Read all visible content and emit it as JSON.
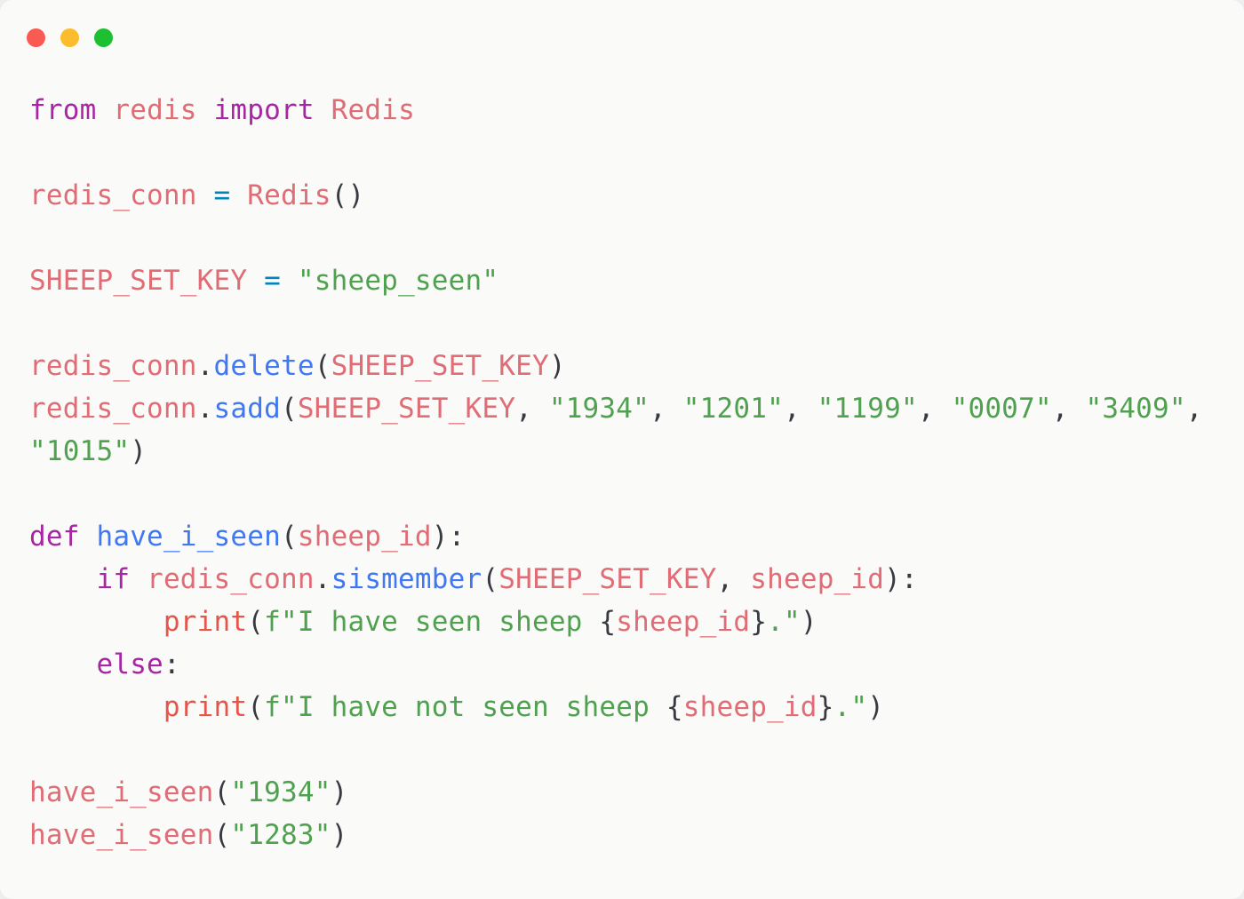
{
  "window": {
    "traffic_lights": [
      {
        "name": "close",
        "color": "#f95a52"
      },
      {
        "name": "minimize",
        "color": "#fbbd2e"
      },
      {
        "name": "zoom",
        "color": "#1fbf32"
      }
    ],
    "background": "#fafaf9",
    "page_background": "#efeeee"
  },
  "theme": {
    "keyword": "#a626a4",
    "variable": "#e06c75",
    "function": "#4078f2",
    "string": "#50a14f",
    "operator": "#0184bc",
    "punctuation": "#383a42",
    "builtin": "#e45649"
  },
  "code": {
    "language": "python",
    "plain_text": "from redis import Redis\n\nredis_conn = Redis()\n\nSHEEP_SET_KEY = \"sheep_seen\"\n\nredis_conn.delete(SHEEP_SET_KEY)\nredis_conn.sadd(SHEEP_SET_KEY, \"1934\", \"1201\", \"1199\", \"0007\", \"3409\", \"1015\")\n\ndef have_i_seen(sheep_id):\n    if redis_conn.sismember(SHEEP_SET_KEY, sheep_id):\n        print(f\"I have seen sheep {sheep_id}.\")\n    else:\n        print(f\"I have not seen sheep {sheep_id}.\")\n\nhave_i_seen(\"1934\")\nhave_i_seen(\"1283\")",
    "lines": [
      {
        "n": 1,
        "text": "from redis import Redis"
      },
      {
        "n": 2,
        "text": ""
      },
      {
        "n": 3,
        "text": "redis_conn = Redis()"
      },
      {
        "n": 4,
        "text": ""
      },
      {
        "n": 5,
        "text": "SHEEP_SET_KEY = \"sheep_seen\""
      },
      {
        "n": 6,
        "text": ""
      },
      {
        "n": 7,
        "text": "redis_conn.delete(SHEEP_SET_KEY)"
      },
      {
        "n": 8,
        "text": "redis_conn.sadd(SHEEP_SET_KEY, \"1934\", \"1201\", \"1199\", \"0007\", \"3409\", \"1015\")"
      },
      {
        "n": 9,
        "text": ""
      },
      {
        "n": 10,
        "text": "def have_i_seen(sheep_id):"
      },
      {
        "n": 11,
        "text": "    if redis_conn.sismember(SHEEP_SET_KEY, sheep_id):"
      },
      {
        "n": 12,
        "text": "        print(f\"I have seen sheep {sheep_id}.\")"
      },
      {
        "n": 13,
        "text": "    else:"
      },
      {
        "n": 14,
        "text": "        print(f\"I have not seen sheep {sheep_id}.\")"
      },
      {
        "n": 15,
        "text": ""
      },
      {
        "n": 16,
        "text": "have_i_seen(\"1934\")"
      },
      {
        "n": 17,
        "text": "have_i_seen(\"1283\")"
      }
    ],
    "tokens": {
      "l1": {
        "kw_from": "from",
        "mod": "redis",
        "kw_import": "import",
        "cls": "Redis"
      },
      "l3": {
        "var": "redis_conn",
        "op": "=",
        "cls": "Redis",
        "parens": "()"
      },
      "l5": {
        "var": "SHEEP_SET_KEY",
        "op": "=",
        "str": "\"sheep_seen\""
      },
      "l7": {
        "var": "redis_conn",
        "dot": ".",
        "fn": "delete",
        "open": "(",
        "arg": "SHEEP_SET_KEY",
        "close": ")"
      },
      "l8": {
        "var": "redis_conn",
        "dot": ".",
        "fn": "sadd",
        "open": "(",
        "arg": "SHEEP_SET_KEY",
        "ids": [
          "\"1934\"",
          "\"1201\"",
          "\"1199\"",
          "\"0007\"",
          "\"3409\"",
          "\"1015\""
        ],
        "close": ")"
      },
      "l10": {
        "kw": "def",
        "fn": "have_i_seen",
        "open": "(",
        "param": "sheep_id",
        "close": ")",
        "colon": ":"
      },
      "l11": {
        "kw": "if",
        "var": "redis_conn",
        "dot": ".",
        "fn": "sismember",
        "open": "(",
        "arg1": "SHEEP_SET_KEY",
        "comma": ",",
        "arg2": "sheep_id",
        "close": ")",
        "colon": ":"
      },
      "l12": {
        "fn": "print",
        "open": "(",
        "fprefix": "f",
        "str_a": "\"I have seen sheep ",
        "brace_open": "{",
        "interp": "sheep_id",
        "brace_close": "}",
        "str_b": ".\"",
        "close": ")"
      },
      "l13": {
        "kw": "else",
        "colon": ":"
      },
      "l14": {
        "fn": "print",
        "open": "(",
        "fprefix": "f",
        "str_a": "\"I have not seen sheep ",
        "brace_open": "{",
        "interp": "sheep_id",
        "brace_close": "}",
        "str_b": ".\"",
        "close": ")"
      },
      "l16": {
        "fn": "have_i_seen",
        "open": "(",
        "arg": "\"1934\"",
        "close": ")"
      },
      "l17": {
        "fn": "have_i_seen",
        "open": "(",
        "arg": "\"1283\"",
        "close": ")"
      }
    }
  }
}
